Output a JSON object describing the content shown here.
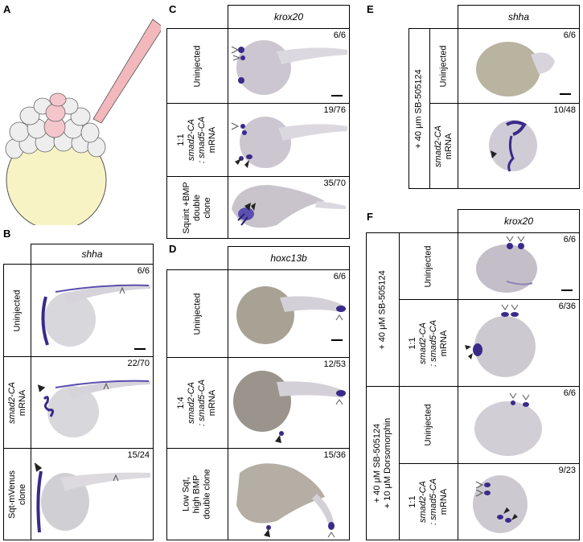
{
  "panels": {
    "A": {
      "label": "A"
    },
    "B": {
      "label": "B",
      "gene": "shha",
      "rows": [
        {
          "l1": "Uninjected",
          "l2": "",
          "count": "6/6"
        },
        {
          "l1": "smad2-CA",
          "l2": "mRNA",
          "count": "22/70"
        },
        {
          "l1": "Sqt-mVenus",
          "l2": "clone",
          "count": "15/24"
        }
      ]
    },
    "C": {
      "label": "C",
      "gene": "krox20",
      "rows": [
        {
          "l1": "Uninjected",
          "count": "6/6"
        },
        {
          "l1": "1:1",
          "l2": "smad2-CA",
          "l3": ": smad5-CA",
          "l4": "mRNA",
          "count": "19/76"
        },
        {
          "l1": "Squint +BMP",
          "l2": "double",
          "l3": "clone",
          "count": "35/70"
        }
      ]
    },
    "D": {
      "label": "D",
      "gene": "hoxc13b",
      "rows": [
        {
          "l1": "Uninjected",
          "count": "6/6"
        },
        {
          "l1": "1:4",
          "l2": "smad2-CA",
          "l3": ": smad5-CA",
          "l4": "mRNA",
          "count": "12/53"
        },
        {
          "l1": "Low Sqt,",
          "l2": "high BMP",
          "l3": "double clone",
          "count": "15/36"
        }
      ]
    },
    "E": {
      "label": "E",
      "gene": "shha",
      "group": "+ 40 μm SB-505124",
      "rows": [
        {
          "l1": "Uninjected",
          "count": "6/6"
        },
        {
          "l1": "smad2-CA",
          "l2": "mRNA",
          "count": "10/48"
        }
      ]
    },
    "F": {
      "label": "F",
      "gene": "krox20",
      "group1": "+ 40 μM SB-505124",
      "group2a": "+ 40 μM SB-505124",
      "group2b": "+ 10 μM Dorsomorphin",
      "rows": [
        {
          "l1": "Uninjected",
          "count": "6/6"
        },
        {
          "l1": "1:1",
          "l2": "smad2-CA",
          "l3": ": smad5-CA",
          "l4": "mRNA",
          "count": "6/36"
        },
        {
          "l1": "Uninjected",
          "count": "6/6"
        },
        {
          "l1": "1:1",
          "l2": "smad2-CA",
          "l3": ": smad5-CA",
          "l4": "mRNA",
          "count": "9/23"
        }
      ]
    }
  },
  "colors": {
    "yolk": "#f7f3c4",
    "cells": "#eeeeee",
    "needle": "#f2b8bc",
    "stain": "#3a2a8a",
    "embryo": "#cfc9cf"
  }
}
